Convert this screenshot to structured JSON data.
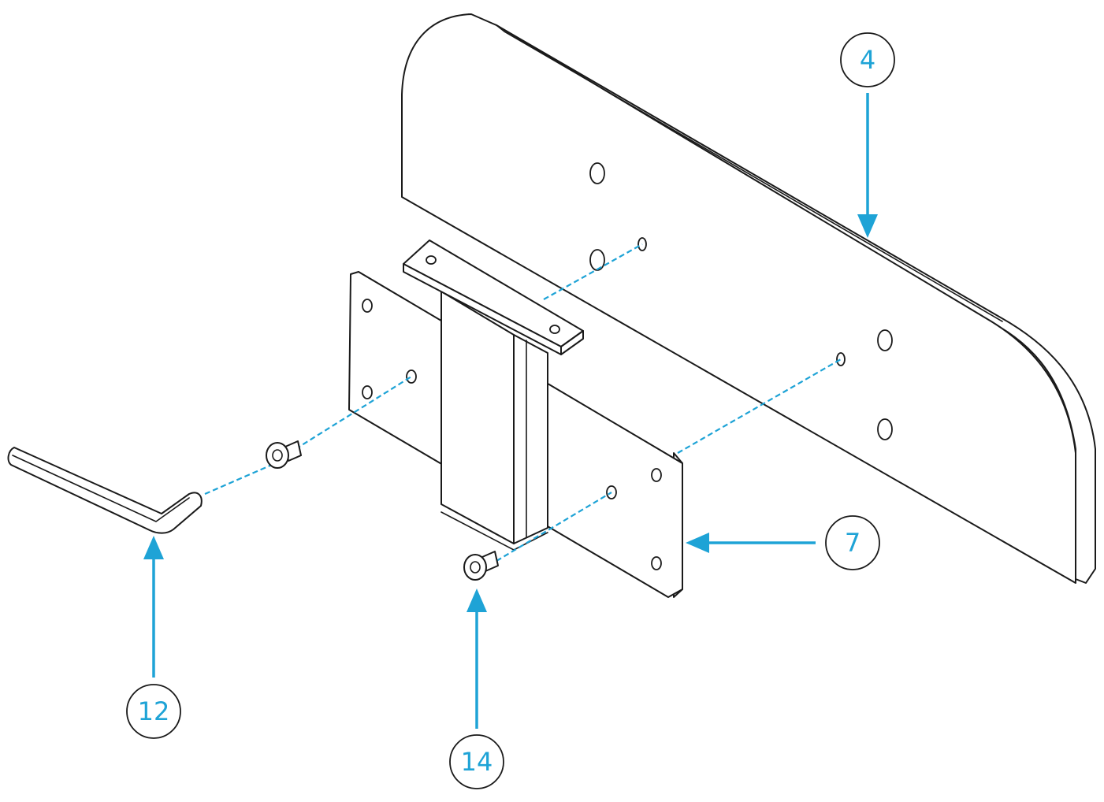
{
  "callouts": {
    "c4": "4",
    "c7": "7",
    "c12": "12",
    "c14": "14"
  },
  "colors": {
    "accent": "#1ea3d6",
    "line": "#1a1a1a",
    "background": "#ffffff"
  }
}
